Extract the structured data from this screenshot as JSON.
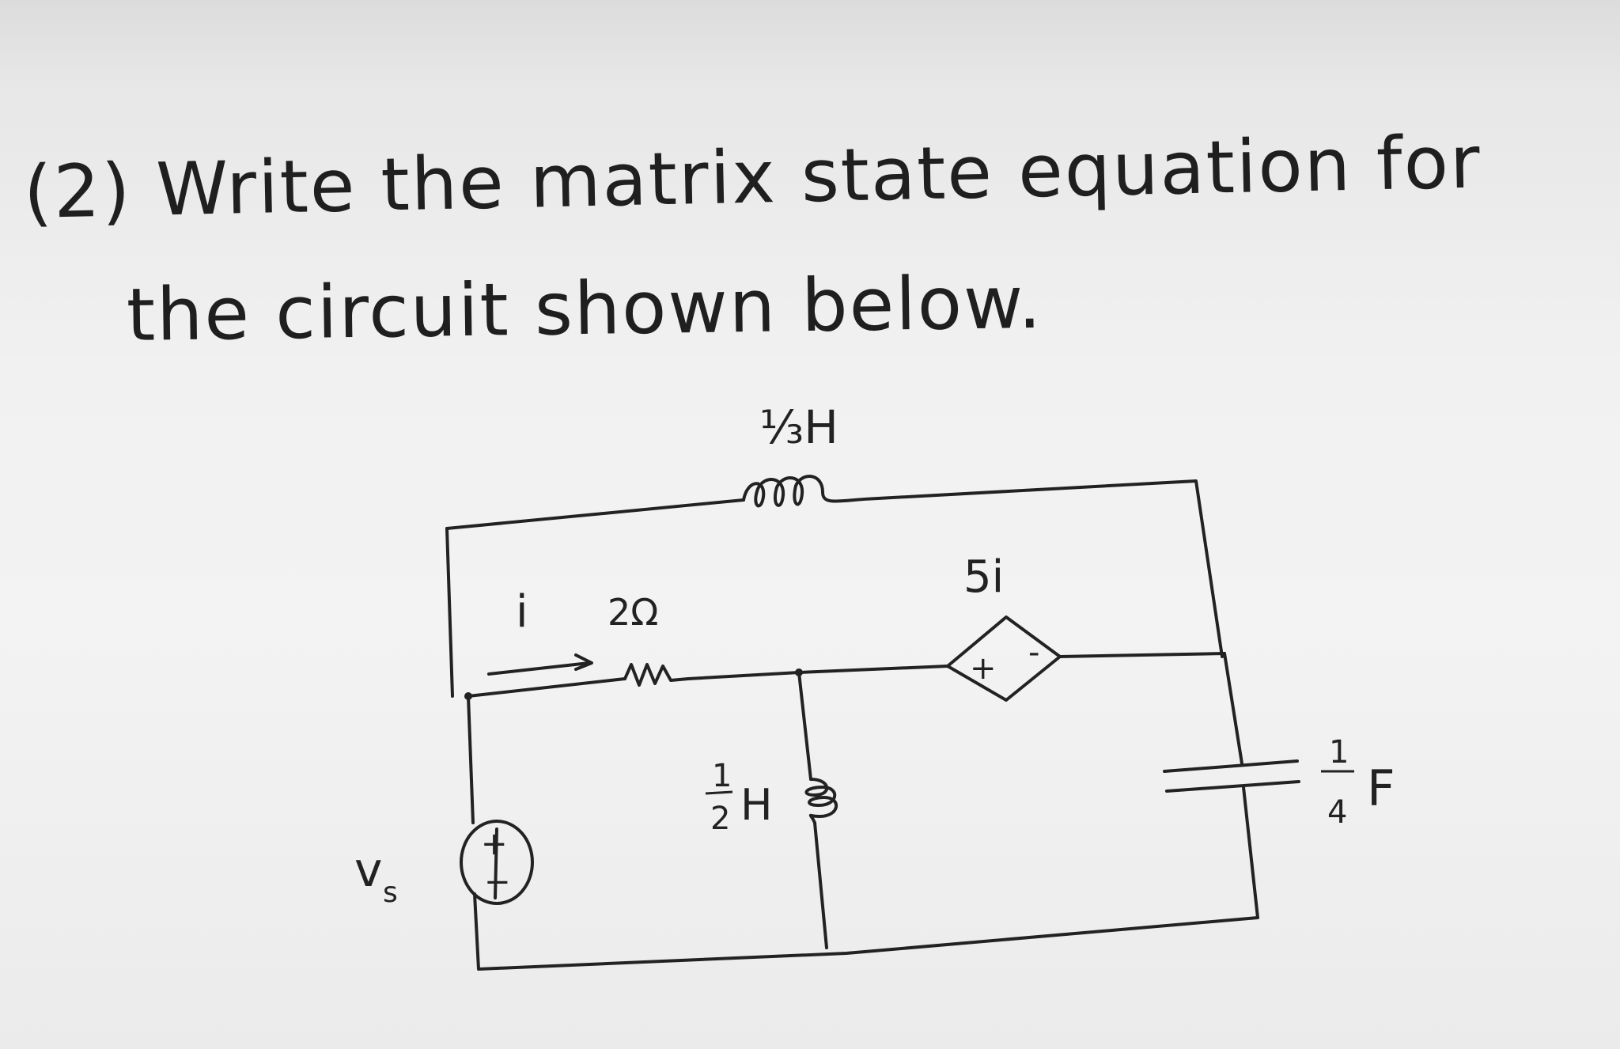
{
  "problem": {
    "line1": "(2) Write the matrix state equation for",
    "line2": "the circuit shown below."
  },
  "circuit": {
    "top_inductor_label": "⅓H",
    "current_label": "i",
    "resistor_label": "2Ω",
    "dependent_source_label": "5i",
    "dependent_source_plus": "+",
    "dependent_source_minus": "-",
    "middle_inductor_num": "1",
    "middle_inductor_den": "2",
    "middle_inductor_unit": "H",
    "capacitor_num": "1",
    "capacitor_den": "4",
    "capacitor_unit": "F",
    "source_label": "v",
    "source_subscript": "s",
    "source_plus": "+",
    "source_minus": "−"
  }
}
